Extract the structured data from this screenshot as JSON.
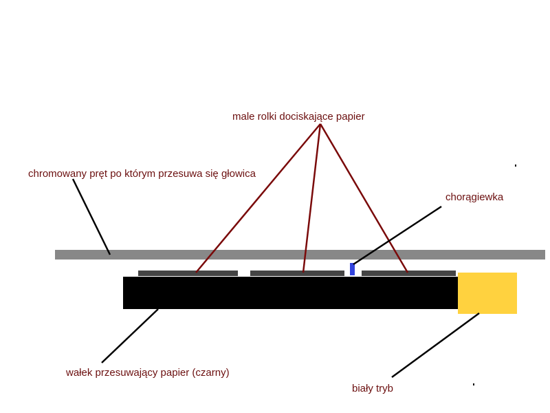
{
  "labels": {
    "rollers": "male rolki dociskające papier",
    "rod": "chromowany pręt po którym przesuwa się głowica",
    "flag": "chorągiewka",
    "platen": "wałek przesuwający papier (czarny)",
    "gear": "biały tryb"
  },
  "colors": {
    "label_text": "#6b0f0f",
    "roller_leaders": "#7a0a0a",
    "other_leaders": "#000000",
    "rod": "#888888",
    "rollers": "#444444",
    "platen": "#000000",
    "flag": "#3344dd",
    "gear": "#ffd23f"
  }
}
